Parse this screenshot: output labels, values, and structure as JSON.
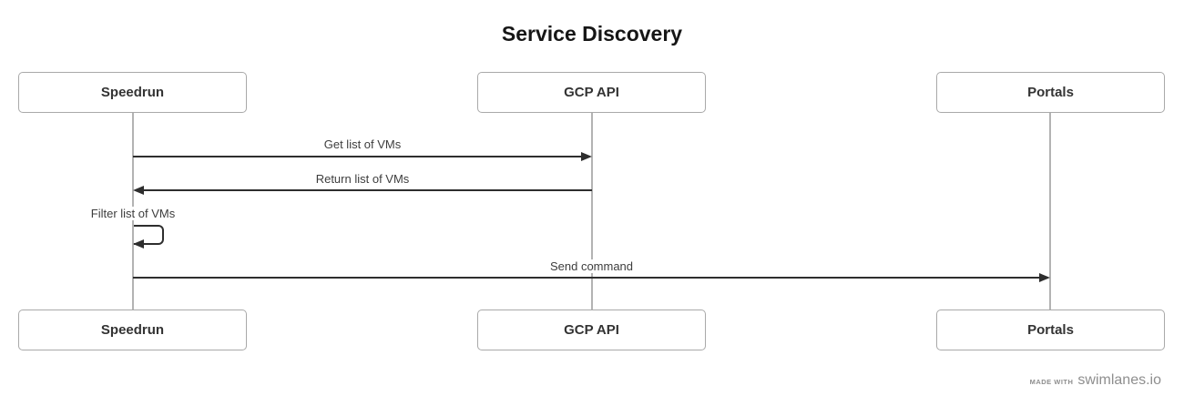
{
  "title": "Service Discovery",
  "actors": [
    {
      "name": "Speedrun"
    },
    {
      "name": "GCP API"
    },
    {
      "name": "Portals"
    }
  ],
  "messages": [
    {
      "label": "Get list of VMs",
      "from": "Speedrun",
      "to": "GCP API",
      "direction": "right"
    },
    {
      "label": "Return list of VMs",
      "from": "GCP API",
      "to": "Speedrun",
      "direction": "left"
    },
    {
      "label": "Filter list of VMs",
      "from": "Speedrun",
      "to": "Speedrun",
      "direction": "self"
    },
    {
      "label": "Send command",
      "from": "Speedrun",
      "to": "Portals",
      "direction": "right"
    }
  ],
  "watermark": {
    "prefix": "MADE WITH",
    "brand": "swimlanes.io"
  },
  "colors": {
    "bg": "#ffffff",
    "title": "#161616",
    "text": "#333333",
    "label": "#3d3d3d",
    "line": "#2e2e2e",
    "lifeline": "#b3b3b3",
    "border": "#a9a9a9",
    "muted": "#8e8e8e"
  }
}
